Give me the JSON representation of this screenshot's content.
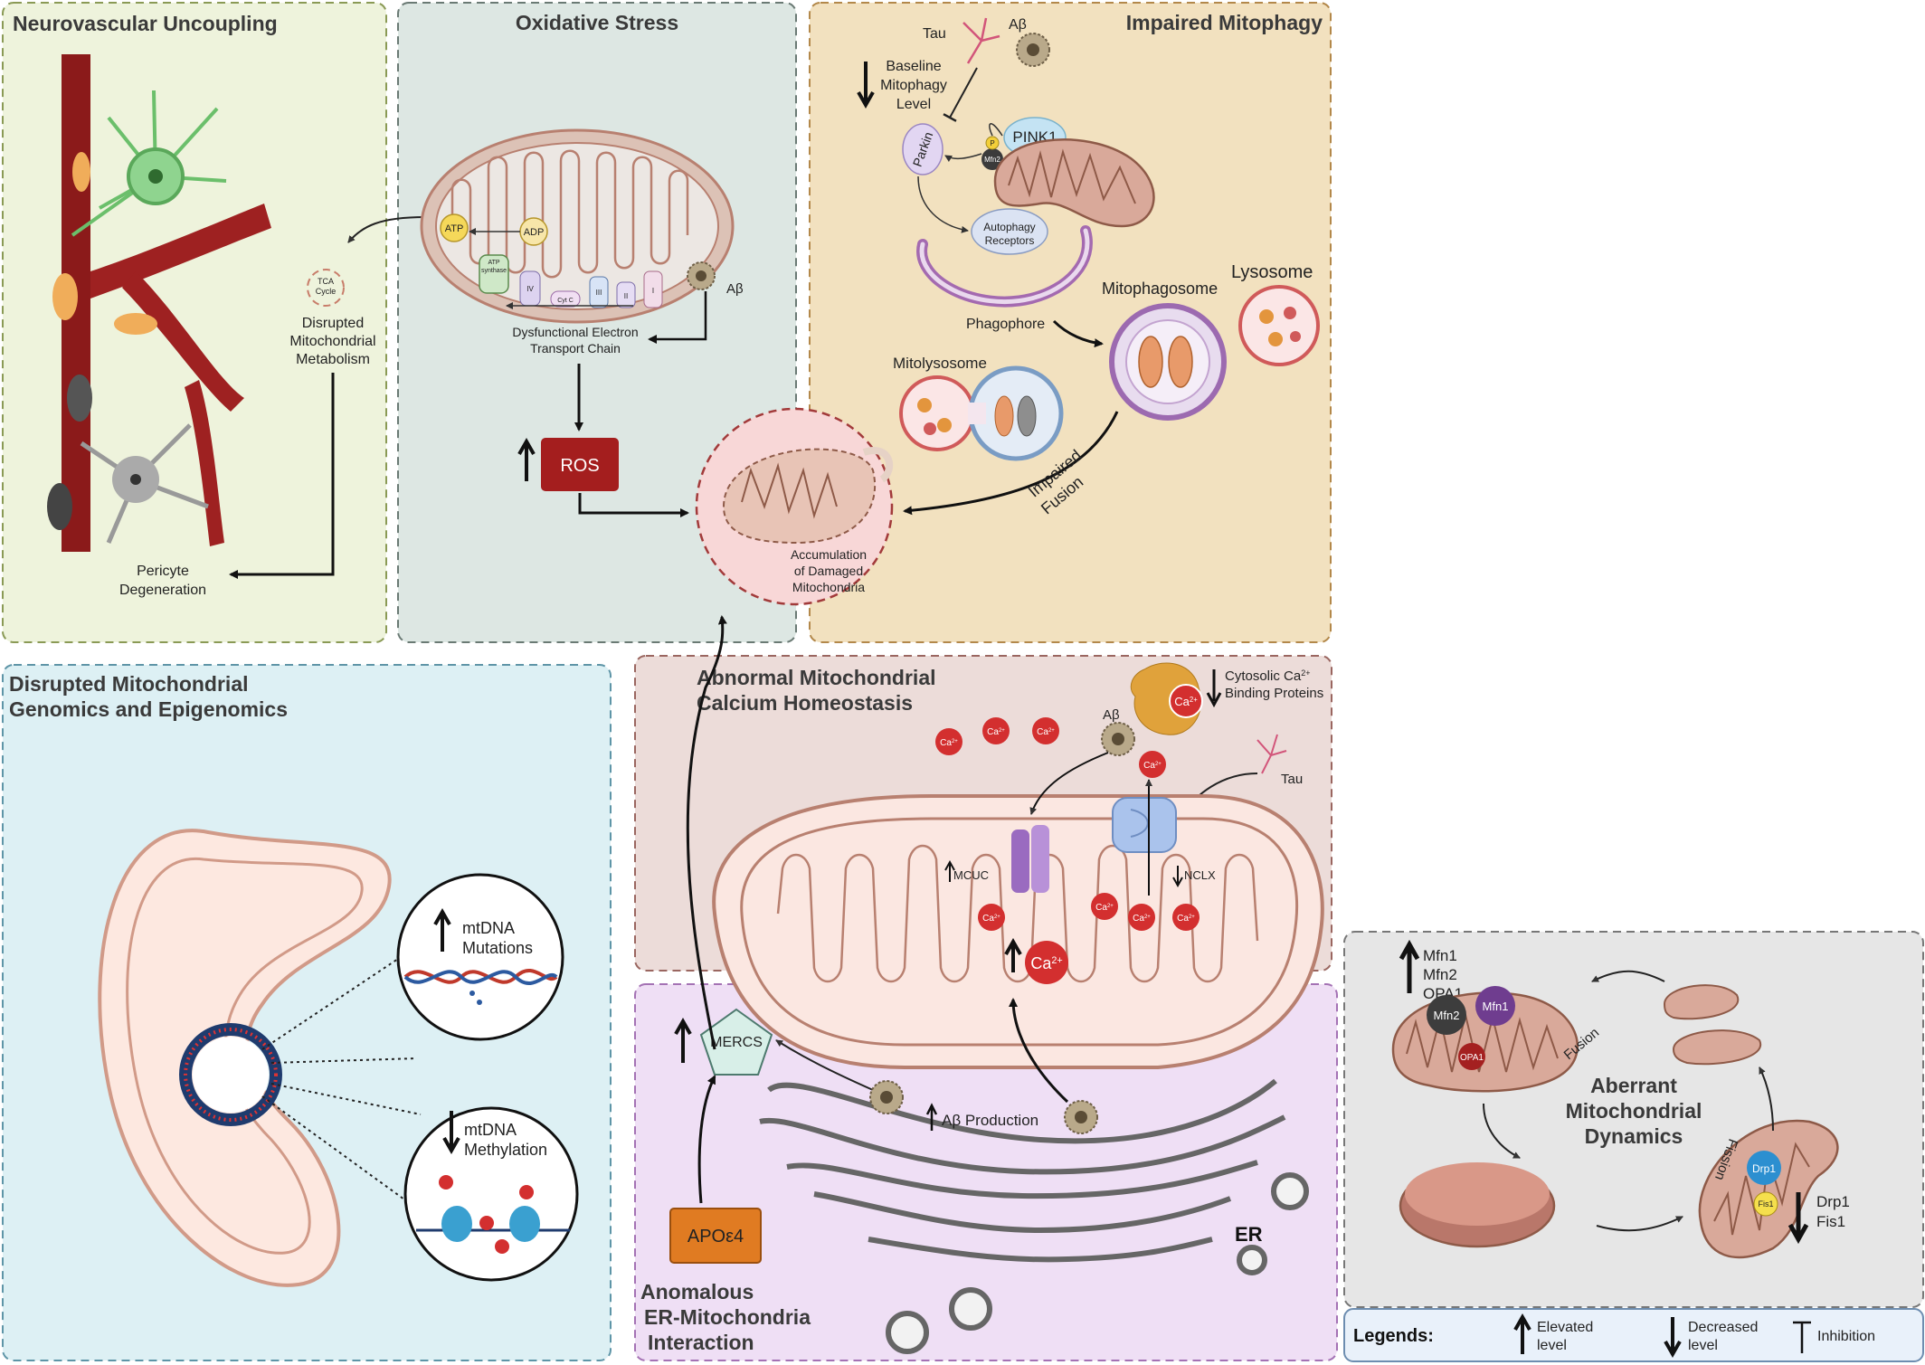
{
  "panels": {
    "neurovascular": {
      "title": "Neurovascular Uncoupling"
    },
    "oxidative": {
      "title": "Oxidative Stress"
    },
    "mitophagy": {
      "title": "Impaired Mitophagy"
    },
    "genomics": {
      "title_line1": "Disrupted Mitochondrial",
      "title_line2": "Genomics and Epigenomics"
    },
    "calcium": {
      "title_line1": "Abnormal Mitochondrial",
      "title_line2": "Calcium Homeostasis"
    },
    "er": {
      "title_line1": "Anomalous",
      "title_line2": "ER-Mitochondria",
      "title_line3": "Interaction"
    },
    "dynamics": {
      "title_line1": "Aberrant",
      "title_line2": "Mitochondrial",
      "title_line3": "Dynamics"
    }
  },
  "labels": {
    "tca_line1": "TCA",
    "tca_line2": "Cycle",
    "disrupted_metab_1": "Disrupted",
    "disrupted_metab_2": "Mitochondrial",
    "disrupted_metab_3": "Metabolism",
    "pericyte_1": "Pericyte",
    "pericyte_2": "Degeneration",
    "atp": "ATP",
    "adp": "ADP",
    "atp_synthase_1": "ATP",
    "atp_synthase_2": "synthase",
    "complex_iv": "IV",
    "cyt_c": "Cyt C",
    "complex_iii": "III",
    "complex_ii": "II",
    "complex_i": "I",
    "abeta": "Aβ",
    "etc_1": "Dysfunctional Electron",
    "etc_2": "Transport Chain",
    "ros": "ROS",
    "accum_1": "Accumulation",
    "accum_2": "of Damaged",
    "accum_3": "Mitochondria",
    "tau": "Tau",
    "baseline_1": "Baseline",
    "baseline_2": "Mitophagy",
    "baseline_3": "Level",
    "parkin": "Parkin",
    "pink1": "PINK1",
    "mfn2_small": "Mfn2",
    "p": "P",
    "autophagy_1": "Autophagy",
    "autophagy_2": "Receptors",
    "phagophore": "Phagophore",
    "mitophagosome": "Mitophagosome",
    "lysosome": "Lysosome",
    "mitolysosome": "Mitolysosome",
    "impaired_fusion_1": "Impaired",
    "impaired_fusion_2": "Fusion",
    "mtdna_mut_1": "mtDNA",
    "mtdna_mut_2": "Mutations",
    "mtdna_meth_1": "mtDNA",
    "mtdna_meth_2": "Methylation",
    "ca": "Ca",
    "ca_sup": "2+",
    "cytosolic_1": "Cytosolic Ca",
    "cytosolic_2": "Binding Proteins",
    "mcuc": "MCUC",
    "nclx": "NCLX",
    "mercs": "MERCS",
    "abeta_production": "Aβ Production",
    "apoe4": "APOε4",
    "er": "ER",
    "mfn1": "Mfn1",
    "mfn2": "Mfn2",
    "opa1": "OPA1",
    "fusion": "Fusion",
    "fission": "Fission",
    "drp1": "Drp1",
    "fis1": "Fis1"
  },
  "legend": {
    "title": "Legends:",
    "elevated_1": "Elevated",
    "elevated_2": "level",
    "decreased_1": "Decreased",
    "decreased_2": "level",
    "inhibition": "Inhibition"
  },
  "colors": {
    "vessel": "#8b1a1a",
    "ros_box": "#a41e1e",
    "apoe_box": "#e07b22",
    "mito_fill": "#f7e0d8",
    "mito_stroke": "#b88070"
  }
}
